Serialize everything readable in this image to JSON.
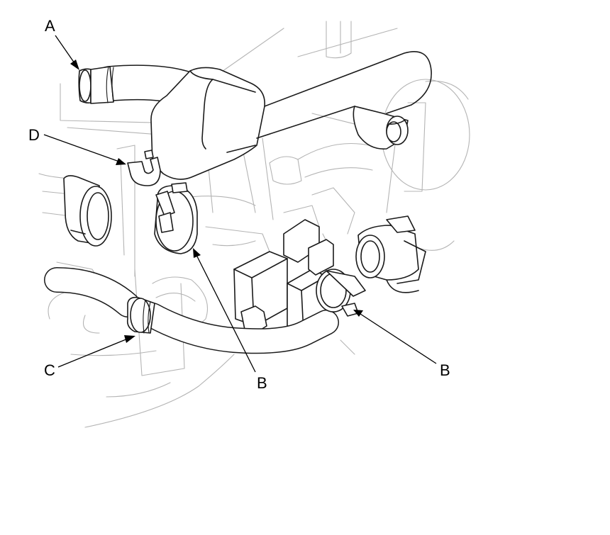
{
  "callouts": {
    "a": "A",
    "b_left": "B",
    "b_right": "B",
    "c": "C",
    "d": "D"
  },
  "colors": {
    "line": "#1a1a1a",
    "background_line": "#b4b4b4",
    "paper": "#ffffff"
  }
}
